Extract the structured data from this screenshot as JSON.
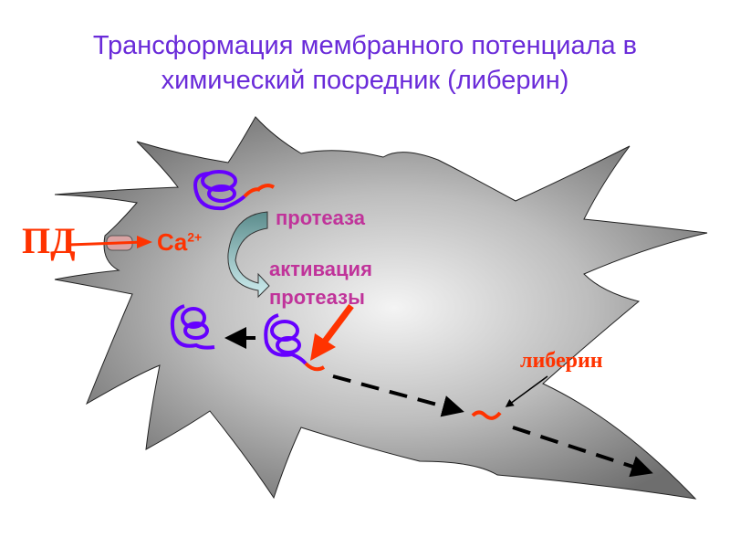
{
  "title": {
    "line1": "Трансформация мембранного потенциала в",
    "line2": "химический посредник (либерин)"
  },
  "labels": {
    "pd": "ПД",
    "ca": "Ca",
    "ca_charge": "2+",
    "protease": "протеаза",
    "activation_line1": "активация",
    "activation_line2": "протеазы",
    "liberin": "либерин"
  },
  "colors": {
    "title": "#6a2bd9",
    "red": "#ff3300",
    "magenta": "#c0339a",
    "protein": "#6600ff"
  }
}
